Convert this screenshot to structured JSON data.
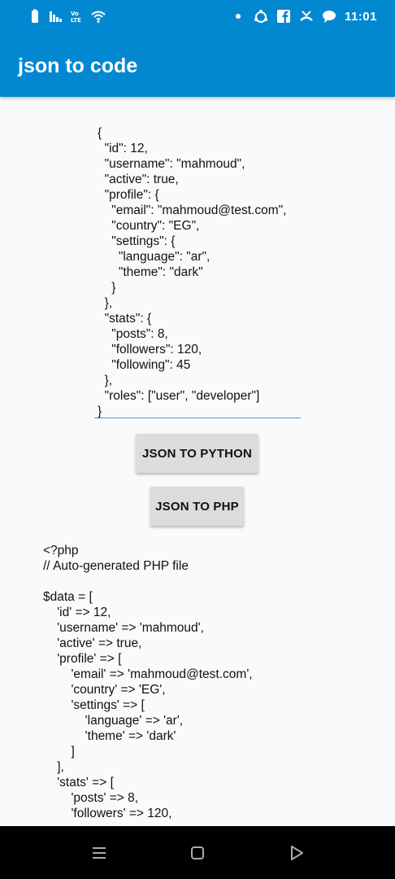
{
  "status_bar": {
    "time": "11:01",
    "icons": [
      "battery-icon",
      "signal-icon",
      "volte-icon",
      "wifi-icon",
      "dot-icon",
      "sync-icon",
      "facebook-icon",
      "missed-call-icon",
      "chat-icon"
    ]
  },
  "app_bar": {
    "title": "json to code"
  },
  "json_input": {
    "value": "{\n  \"id\": 12,\n  \"username\": \"mahmoud\",\n  \"active\": true,\n  \"profile\": {\n    \"email\": \"mahmoud@test.com\",\n    \"country\": \"EG\",\n    \"settings\": {\n      \"language\": \"ar\",\n      \"theme\": \"dark\"\n    }\n  },\n  \"stats\": {\n    \"posts\": 8,\n    \"followers\": 120,\n    \"following\": 45\n  },\n  \"roles\": [\"user\", \"developer\"]\n}"
  },
  "buttons": {
    "python_label": "JSON TO PYTHON",
    "php_label": "JSON TO PHP"
  },
  "output": {
    "code": "<?php\n// Auto-generated PHP file\n\n$data = [\n    'id' => 12,\n    'username' => 'mahmoud',\n    'active' => true,\n    'profile' => [\n        'email' => 'mahmoud@test.com',\n        'country' => 'EG',\n        'settings' => [\n            'language' => 'ar',\n            'theme' => 'dark'\n        ]\n    ],\n    'stats' => [\n        'posts' => 8,\n        'followers' => 120,"
  },
  "nav_bar": {
    "icons": [
      "menu-icon",
      "home-icon",
      "back-icon"
    ]
  }
}
